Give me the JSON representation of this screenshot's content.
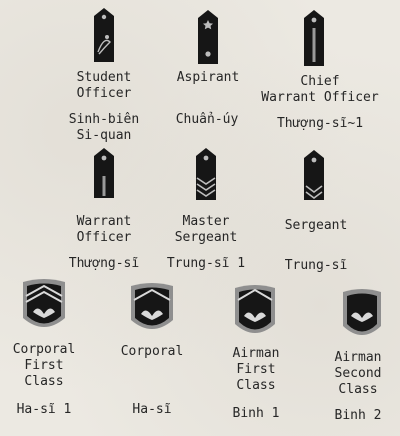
{
  "ranks": [
    {
      "id": "student-officer",
      "english": "Student\nOfficer",
      "vietnamese": "Sinh-biên\nSi-quan"
    },
    {
      "id": "aspirant",
      "english": "Aspirant",
      "vietnamese": "Chuẩn-úy"
    },
    {
      "id": "chief-warrant-officer",
      "english": "Chief\nWarrant Officer",
      "vietnamese": "Thượng-sĩ~1"
    },
    {
      "id": "warrant-officer",
      "english": "Warrant\nOfficer",
      "vietnamese": "Thượng-sĩ"
    },
    {
      "id": "master-sergeant",
      "english": "Master\nSergeant",
      "vietnamese": "Trung-sĩ 1"
    },
    {
      "id": "sergeant",
      "english": "Sergeant",
      "vietnamese": "Trung-sĩ"
    },
    {
      "id": "corporal-first-class",
      "english": "Corporal\nFirst\nClass",
      "vietnamese": "Ha-sĩ 1"
    },
    {
      "id": "corporal",
      "english": "Corporal",
      "vietnamese": "Ha-sĩ"
    },
    {
      "id": "airman-first-class",
      "english": "Airman\nFirst\nClass",
      "vietnamese": "Binh 1"
    },
    {
      "id": "airman-second-class",
      "english": "Airman\nSecond\nClass",
      "vietnamese": "Binh 2"
    }
  ],
  "colors": {
    "insignia": "#161616",
    "metal": "#8f8f8f",
    "paper": "#ece9e2"
  }
}
